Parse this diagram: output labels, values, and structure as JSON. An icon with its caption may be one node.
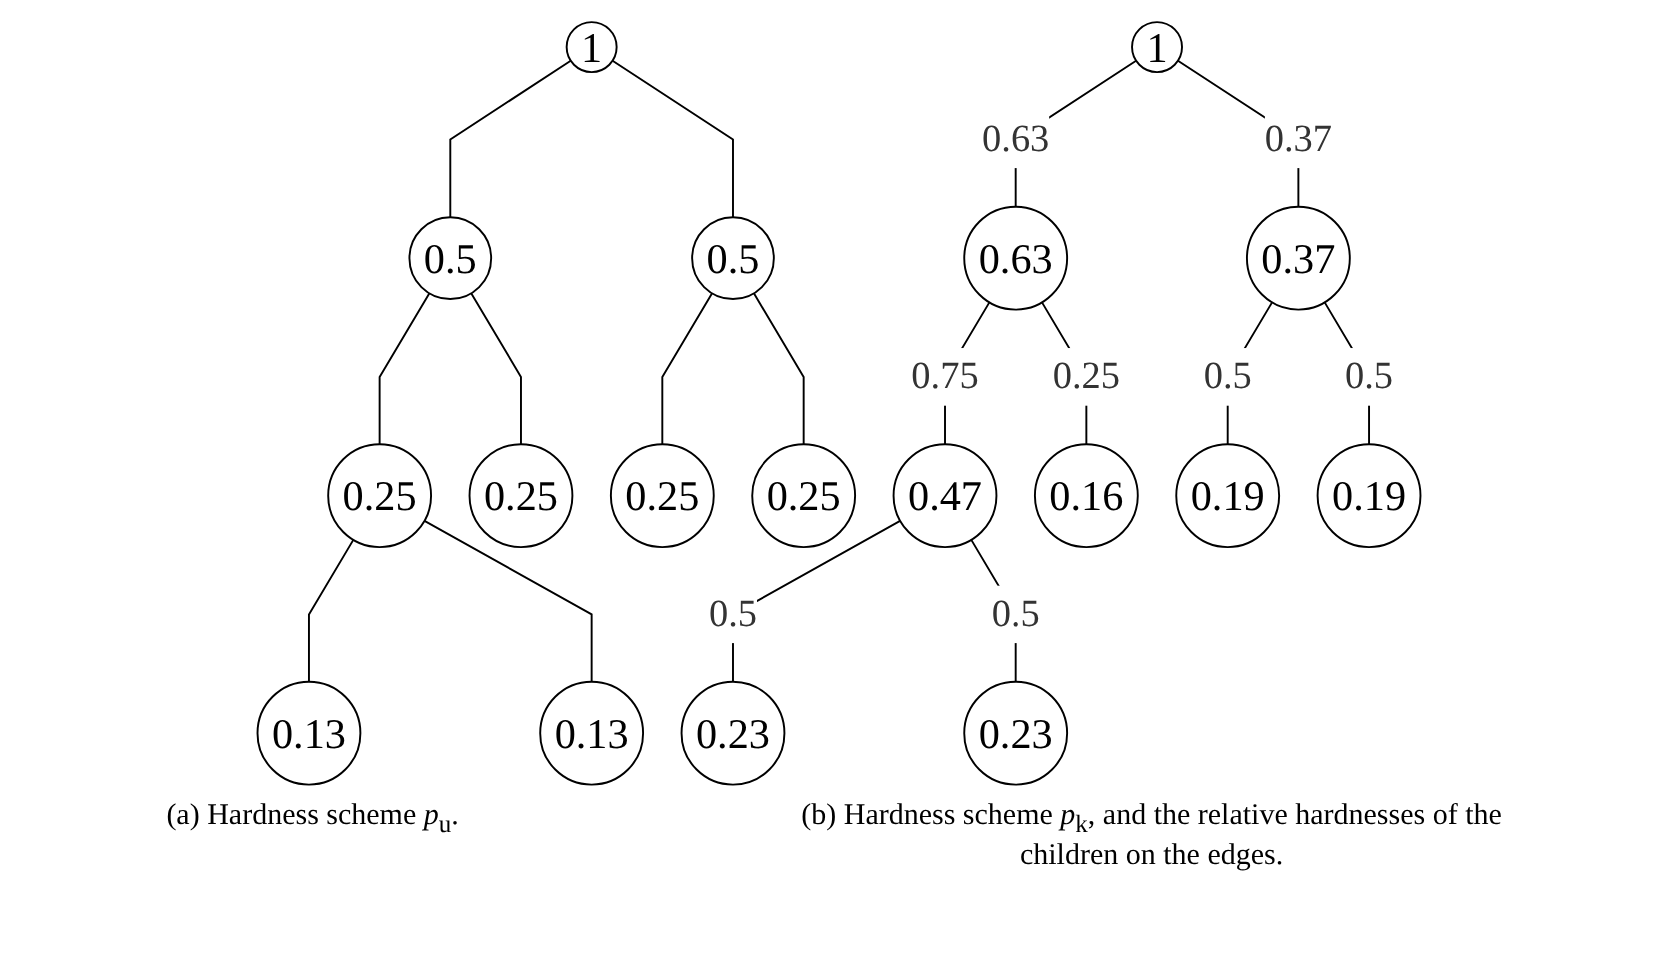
{
  "diagram": {
    "nodes": [
      {
        "text": [
          "1"
        ]
      },
      {
        "text": [
          "0.5"
        ]
      },
      {
        "text": [
          "0.5"
        ]
      },
      {
        "text": [
          "0.25"
        ]
      },
      {
        "text": [
          "0.25"
        ]
      },
      {
        "text": [
          "0.25"
        ]
      },
      {
        "text": [
          "0.25"
        ]
      },
      {
        "text": [
          "0.13"
        ]
      },
      {
        "text": [
          "0.13"
        ]
      },
      {
        "text": [
          "1"
        ]
      },
      {
        "text": [
          "0.63"
        ]
      },
      {
        "text": [
          "0.37"
        ]
      },
      {
        "text": [
          "0.47"
        ]
      },
      {
        "text": [
          "0.16"
        ]
      },
      {
        "text": [
          "0.19"
        ]
      },
      {
        "text": [
          "0.19"
        ]
      },
      {
        "text": [
          "0.23"
        ]
      },
      {
        "text": [
          "0.23"
        ]
      }
    ],
    "edges": [
      {
        "from": 0,
        "to": 1,
        "arrow": "none"
      },
      {
        "from": 0,
        "to": 2,
        "arrow": "none"
      },
      {
        "from": 1,
        "to": 3,
        "arrow": "none"
      },
      {
        "from": 1,
        "to": 4,
        "arrow": "none"
      },
      {
        "from": 2,
        "to": 5,
        "arrow": "none"
      },
      {
        "from": 2,
        "to": 6,
        "arrow": "none"
      },
      {
        "from": 3,
        "to": 7,
        "arrow": "none"
      },
      {
        "from": 3,
        "to": 8,
        "arrow": "none"
      },
      {
        "from": 9,
        "to": 10,
        "arrow": "none",
        "label": "0.63"
      },
      {
        "from": 9,
        "to": 11,
        "arrow": "none",
        "label": "0.37"
      },
      {
        "from": 10,
        "to": 12,
        "arrow": "none",
        "label": "0.75"
      },
      {
        "from": 10,
        "to": 13,
        "arrow": "none",
        "label": "0.25"
      },
      {
        "from": 11,
        "to": 14,
        "arrow": "none",
        "label": "0.5"
      },
      {
        "from": 11,
        "to": 15,
        "arrow": "none",
        "label": "0.5"
      },
      {
        "from": 12,
        "to": 16,
        "arrow": "none",
        "label": "0.5"
      },
      {
        "from": 12,
        "to": 17,
        "arrow": "none",
        "label": "0.5"
      }
    ],
    "labels": [
      "(a) Hardness scheme *p*$_{u}$.",
      "(b) Hardness scheme *p*$_{k}$, and the relative hardnesses of the children on the edges."
    ]
  }
}
